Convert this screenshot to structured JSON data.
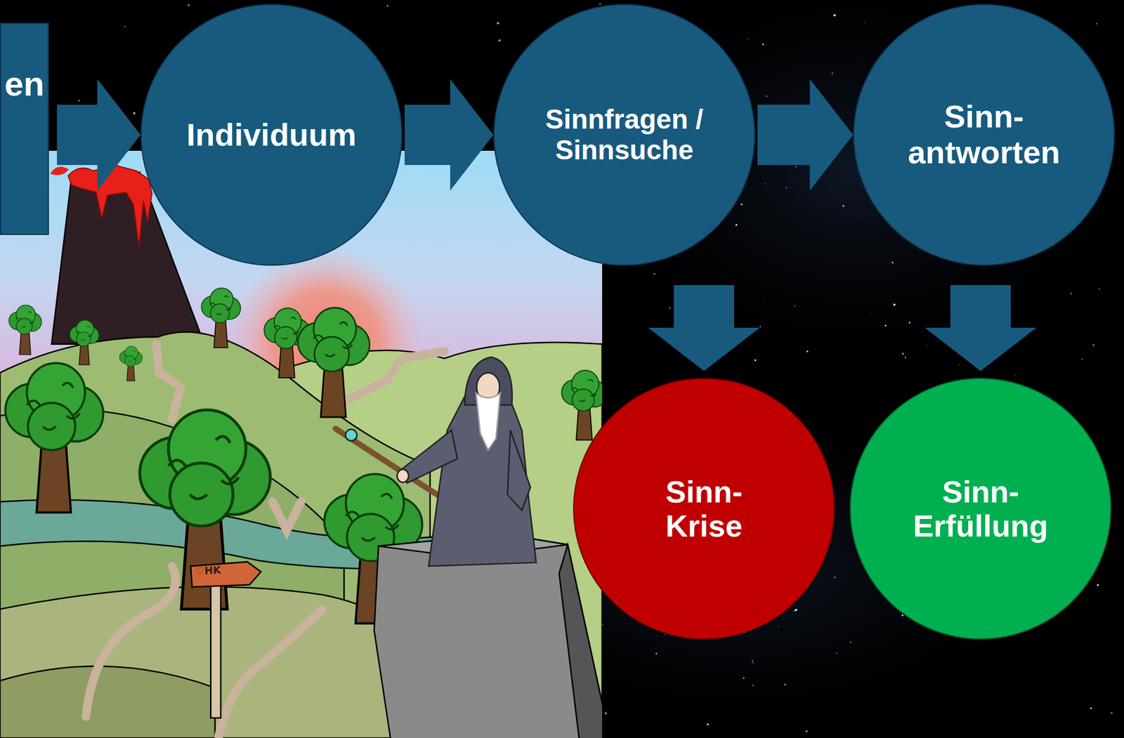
{
  "diagram": {
    "nodes": [
      {
        "text": [
          "en"
        ]
      },
      {
        "text": [
          "Individuum"
        ]
      },
      {
        "text": [
          "Sinnfragen / Sinnsuche"
        ]
      },
      {
        "text": [
          "Sinn- antworten"
        ]
      },
      {
        "text": [
          "Sinn- Krise"
        ]
      },
      {
        "text": [
          "Sinn- Erfüllung"
        ]
      }
    ],
    "edges": [
      {
        "from": 0,
        "to": 1,
        "arrow": "to"
      },
      {
        "from": 1,
        "to": 2,
        "arrow": "to"
      },
      {
        "from": 2,
        "to": 3,
        "arrow": "to"
      },
      {
        "from": 2,
        "to": 4,
        "arrow": "to"
      },
      {
        "from": 3,
        "to": 5,
        "arrow": "to"
      }
    ],
    "labels": [
      "♡HK"
    ]
  }
}
